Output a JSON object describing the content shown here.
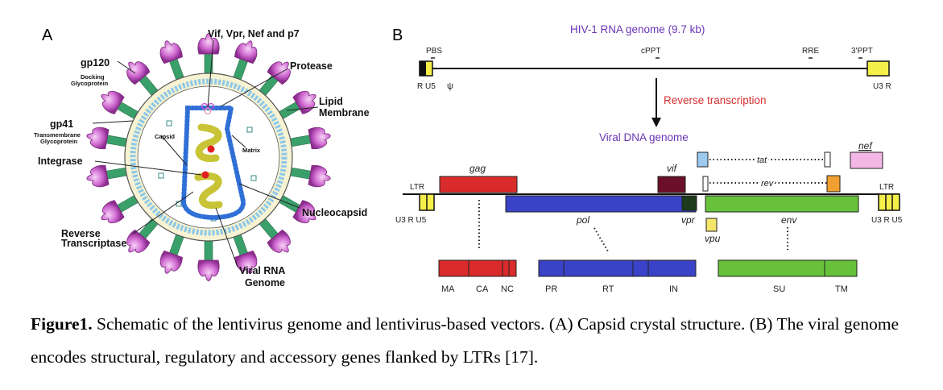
{
  "panel_a": {
    "letter": "A",
    "labels": {
      "vif": "Vif, Vpr, Nef and p7",
      "protease": "Protease",
      "lipid": "Lipid",
      "membrane": "Membrane",
      "gp120": "gp120",
      "docking1": "Docking",
      "docking2": "Glycoprotein",
      "gp41": "gp41",
      "trans1": "Transmembrane",
      "trans2": "Glycoprotein",
      "capsid": "Capsid",
      "matrix": "Matrix",
      "integrase": "Integrase",
      "nucleocapsid": "Nucleocapsid",
      "rt1": "Reverse",
      "rt2": "Transcriptase",
      "rna1": "Viral RNA",
      "rna2": "Genome"
    }
  },
  "panel_b": {
    "letter": "B",
    "rna_title": "HIV-1 RNA genome (9.7 kb)",
    "pbs": "PBS",
    "cppt": "cPPT",
    "rre": "RRE",
    "ppt3": "3'PPT",
    "rus_left": "R U5",
    "psi": "ψ",
    "u3r_right": "U3 R",
    "rt_label": "Reverse transcription",
    "dna_title": "Viral DNA genome",
    "gag": "gag",
    "vif": "vif",
    "tat": "tat",
    "rev": "rev",
    "nef": "nef",
    "ltr_left": "LTR",
    "ltr_right": "LTR",
    "u3ru5_left": "U3 R U5",
    "u3ru5_right": "U3 R U5",
    "pol": "pol",
    "vpr": "vpr",
    "vpu": "vpu",
    "env": "env",
    "ma": "MA",
    "ca": "CA",
    "nc": "NC",
    "pr": "PR",
    "rt": "RT",
    "in": "IN",
    "su": "SU",
    "tm": "TM"
  },
  "caption": {
    "bold": "Figure1.",
    "text": " Schematic of the lentivirus genome and lentivirus-based vectors. (A) Capsid crystal structure. (B) The viral genome encodes structural, regulatory and accessory genes flanked by LTRs [17]."
  },
  "colors": {
    "gag": "#d92b2b",
    "pol": "#3a43c7",
    "env": "#67c23a",
    "vif": "#6b0f2a",
    "vpr": "#1d3b1d",
    "vpu": "#f3e56a",
    "ltr": "#f5ef4a",
    "tat": "#9bc9ef",
    "rev": "#f0a030",
    "nef": "#f3b7e6",
    "title_purple": "#6a35b5",
    "rt_red": "#d63030",
    "knob": "#c84fc9",
    "stalk": "#3aa06a",
    "capsid_blue": "#2f6fd6",
    "rna_yellow": "#c8c436"
  }
}
